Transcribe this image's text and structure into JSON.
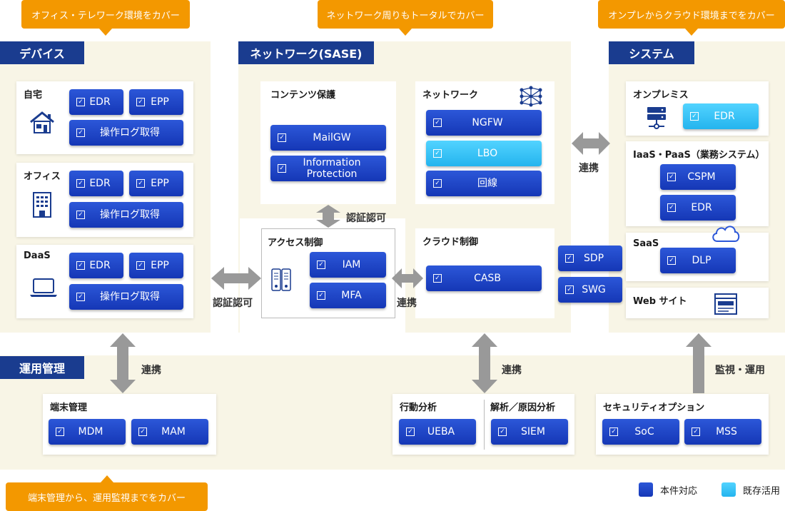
{
  "callouts": {
    "device": "オフィス・テレワーク環境をカバー",
    "network": "ネットワーク周りもトータルでカバー",
    "system": "オンプレからクラウド環境までをカバー",
    "operation": "端末管理から、運用監視までをカバー"
  },
  "sections": {
    "device": "デバイス",
    "network": "ネットワーク(SASE)",
    "system": "システム",
    "operation": "運用管理"
  },
  "device": {
    "home": {
      "title": "自宅",
      "buttons": [
        "EDR",
        "EPP",
        "操作ログ取得"
      ]
    },
    "office": {
      "title": "オフィス",
      "buttons": [
        "EDR",
        "EPP",
        "操作ログ取得"
      ]
    },
    "daas": {
      "title": "DaaS",
      "buttons": [
        "EDR",
        "EPP",
        "操作ログ取得"
      ]
    }
  },
  "network": {
    "contents": {
      "title": "コンテンツ保護",
      "buttons": [
        "MailGW",
        "Information\nProtection"
      ]
    },
    "network": {
      "title": "ネットワーク",
      "buttons": [
        "NGFW",
        "LBO",
        "回線"
      ]
    },
    "access": {
      "title": "アクセス制御",
      "buttons": [
        "IAM",
        "MFA"
      ]
    },
    "cloud": {
      "title": "クラウド制御",
      "buttons": [
        "CASB"
      ]
    },
    "edge": [
      "SDP",
      "SWG"
    ]
  },
  "system": {
    "onprem": {
      "title": "オンプレミス",
      "buttons": [
        "EDR"
      ]
    },
    "iaas": {
      "title": "IaaS・PaaS（業務システム）",
      "buttons": [
        "CSPM",
        "EDR"
      ]
    },
    "saas": {
      "title": "SaaS",
      "buttons": [
        "DLP"
      ]
    },
    "web": {
      "title": "Web サイト"
    }
  },
  "operation": {
    "endpoint": {
      "title": "端末管理",
      "buttons": [
        "MDM",
        "MAM"
      ]
    },
    "behavior": {
      "title": "行動分析",
      "buttons": [
        "UEBA"
      ]
    },
    "analysis": {
      "title": "解析／原因分析",
      "buttons": [
        "SIEM"
      ]
    },
    "security": {
      "title": "セキュリティオプション",
      "buttons": [
        "SoC",
        "MSS"
      ]
    }
  },
  "arrows": {
    "device_network": "認証認可",
    "contents_access": "認証認可",
    "access_cloud": "連携",
    "network_system": "連携",
    "device_operation": "連携",
    "cloud_operation": "連携",
    "system_operation": "監視・運用"
  },
  "legend": {
    "primary": "本件対応",
    "existing": "既存活用"
  },
  "colors": {
    "primary": "#1f45c7",
    "existing": "#2fc0f5",
    "accent": "#f39800",
    "header": "#1a3c8f",
    "panel": "#f8f5e6"
  }
}
